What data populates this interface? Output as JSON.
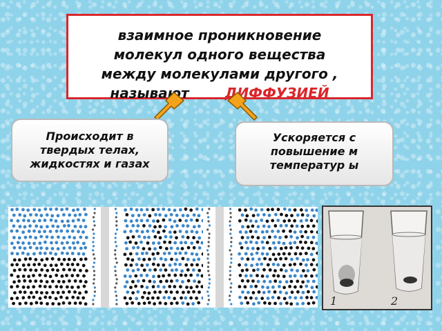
{
  "definition": {
    "line1": "взаимное проникновение",
    "line2": "молекул одного вещества",
    "line3": "между молекулами другого ,",
    "line4_prefix": "называют",
    "line4_accent": "ДИФФУЗИЕЙ"
  },
  "bubbles": {
    "left": {
      "text": "Происходит в твердых телах, жидкостях и газах"
    },
    "right": {
      "text": "Ускоряется с повышение м температур ы"
    }
  },
  "photo": {
    "glass1_label": "1",
    "glass2_label": "2"
  },
  "colors": {
    "accent": "#d9262b",
    "dot_blue": "#3b86c8",
    "dot_black": "#111111",
    "arrow_fill": "#f5a21b"
  }
}
